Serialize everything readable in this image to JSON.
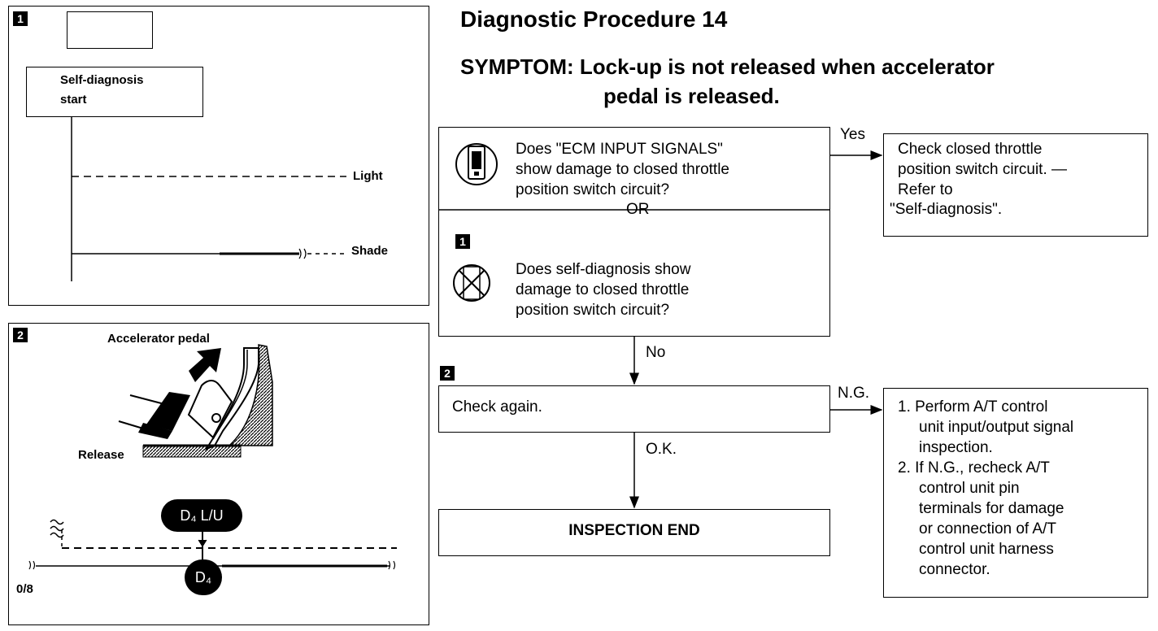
{
  "panel1": {
    "badge": "1",
    "box_label_line1": "Self-diagnosis",
    "box_label_line2": "start",
    "light_label": "Light",
    "shade_label": "Shade"
  },
  "panel2": {
    "badge": "2",
    "pedal_label": "Accelerator pedal",
    "release_label": "Release",
    "pill_upper": "D₄ L/U",
    "pill_lower": "D₄",
    "axis_label": "0/8"
  },
  "title": "Diagnostic Procedure 14",
  "symptom": {
    "line1": "SYMPTOM: Lock-up is not released when accelerator",
    "line2": "pedal is released."
  },
  "flow": {
    "q1_line1": "Does \"ECM INPUT SIGNALS\"",
    "q1_line2": "show damage to closed throttle",
    "q1_line3": "position switch circuit?",
    "or_label": "OR",
    "q2_badge": "1",
    "q2_line1": "Does self-diagnosis show",
    "q2_line2": "damage to closed throttle",
    "q2_line3": "position switch circuit?",
    "yes_label": "Yes",
    "yes_line1": "Check closed throttle",
    "yes_line2": "position switch circuit. —",
    "yes_line3": "Refer to",
    "yes_line4": "\"Self-diagnosis\".",
    "no_label": "No",
    "check_badge": "2",
    "check_label": "Check again.",
    "ng_label": "N.G.",
    "ng_line1": "1. Perform A/T control",
    "ng_line2": "unit input/output signal",
    "ng_line3": "inspection.",
    "ng_line4": "2. If N.G., recheck A/T",
    "ng_line5": "control unit pin",
    "ng_line6": "terminals for damage",
    "ng_line7": "or connection of A/T",
    "ng_line8": "control unit harness",
    "ng_line9": "connector.",
    "ok_label": "O.K.",
    "end_label": "INSPECTION END"
  }
}
